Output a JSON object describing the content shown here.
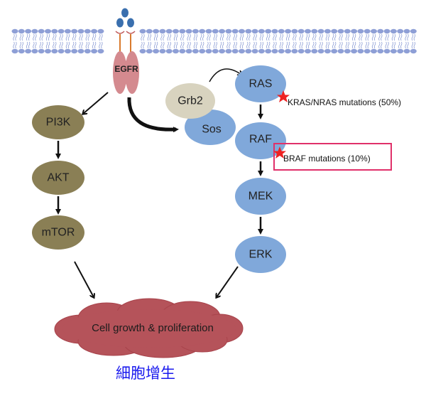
{
  "receptor": {
    "label": "EGFR"
  },
  "pi3k_branch": {
    "nodes": [
      "PI3K",
      "AKT",
      "mTOR"
    ]
  },
  "mapk_branch": {
    "adaptor": "Grb2",
    "gef": "Sos",
    "nodes": [
      "RAS",
      "RAF",
      "MEK",
      "ERK"
    ]
  },
  "mutations": {
    "ras": "KRAS/NRAS mutations (50%)",
    "braf": "BRAF mutations (10%)"
  },
  "outcome": {
    "label": "Cell growth & proliferation",
    "label_zh": "細胞增生"
  },
  "colors": {
    "membrane": "#8e9fd6",
    "egfr": "#d48a8f",
    "pi3k_nodes": "#8a7f55",
    "mapk_nodes": "#80a8da",
    "grb2": "#d8d3bf",
    "ligand": "#3a6fae",
    "cloud": "#b5535a",
    "highlight_box": "#e0306a",
    "star": "#ee2222",
    "chinese_text": "#1a1aee"
  }
}
